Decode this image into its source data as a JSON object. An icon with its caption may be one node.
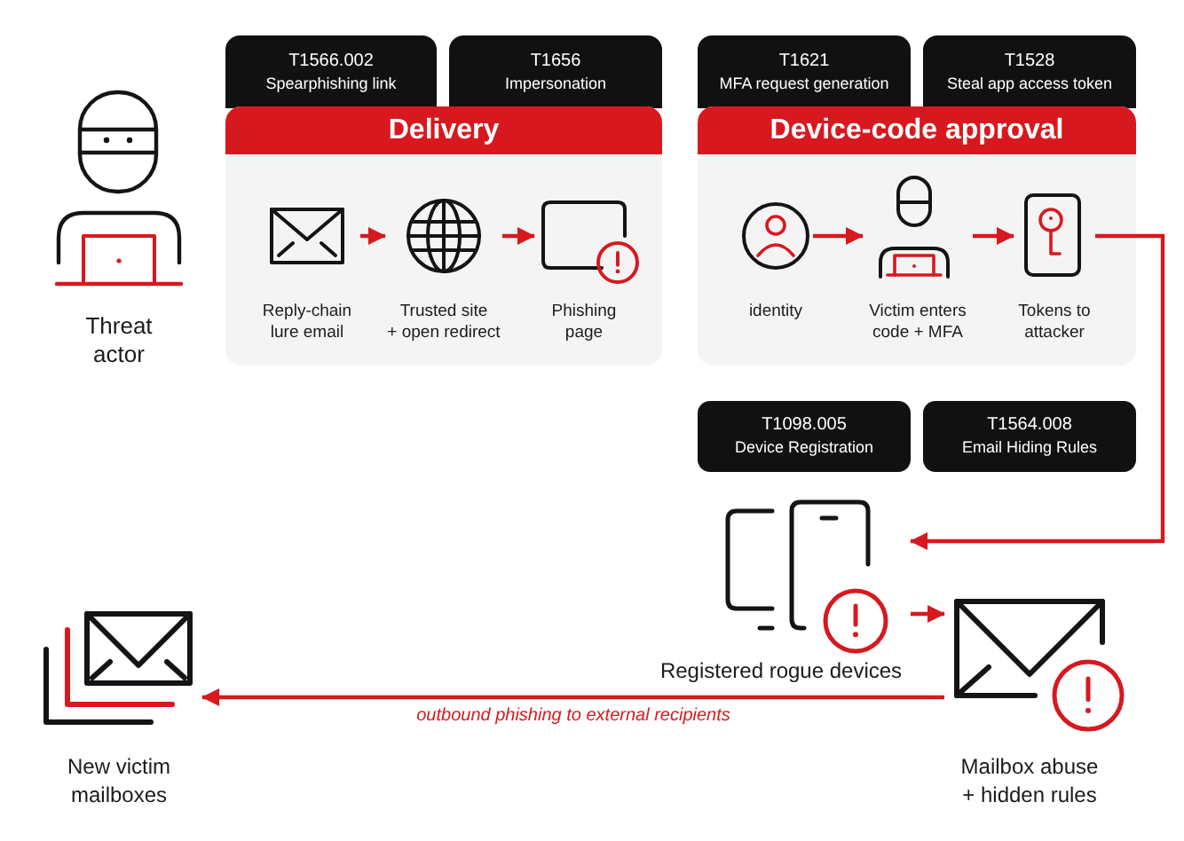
{
  "diagram": {
    "nodes": [
      {
        "text": [
          "Threat actor"
        ]
      },
      {
        "text": [
          "T1566.002",
          "Spearphishing link"
        ]
      },
      {
        "text": [
          "T1656",
          "Impersonation"
        ]
      },
      {
        "text": [
          "Delivery"
        ]
      },
      {
        "text": [
          "Reply-chain lure email"
        ],
        "in": 3
      },
      {
        "text": [
          "Trusted site + open redirect"
        ],
        "in": 3
      },
      {
        "text": [
          "Phishing page"
        ],
        "in": 3
      },
      {
        "text": [
          "T1621",
          "MFA request generation"
        ]
      },
      {
        "text": [
          "T1528",
          "Steal app access token"
        ]
      },
      {
        "text": [
          "Device-code approval"
        ]
      },
      {
        "text": [
          "identity"
        ],
        "in": 9
      },
      {
        "text": [
          "Victim enters code + MFA"
        ],
        "in": 9
      },
      {
        "text": [
          "Tokens to attacker"
        ],
        "in": 9
      },
      {
        "text": [
          "T1098.005",
          "Device Registration"
        ]
      },
      {
        "text": [
          "T1564.008",
          "Email Hiding Rules"
        ]
      },
      {
        "text": [
          "Registered rogue devices"
        ]
      },
      {
        "text": [
          "Mailbox abuse + hidden rules"
        ]
      },
      {
        "text": [
          "New victim mailboxes"
        ]
      }
    ],
    "edges": [
      {
        "from": 4,
        "to": 5,
        "arrow": "to"
      },
      {
        "from": 5,
        "to": 6,
        "arrow": "to"
      },
      {
        "from": 10,
        "to": 11,
        "arrow": "to"
      },
      {
        "from": 11,
        "to": 12,
        "arrow": "to"
      },
      {
        "from": 12,
        "to": 15,
        "arrow": "to"
      },
      {
        "from": 15,
        "to": 16,
        "arrow": "to"
      },
      {
        "from": 16,
        "to": 17,
        "arrow": "to",
        "label": "outbound phishing to external recipients"
      }
    ]
  }
}
